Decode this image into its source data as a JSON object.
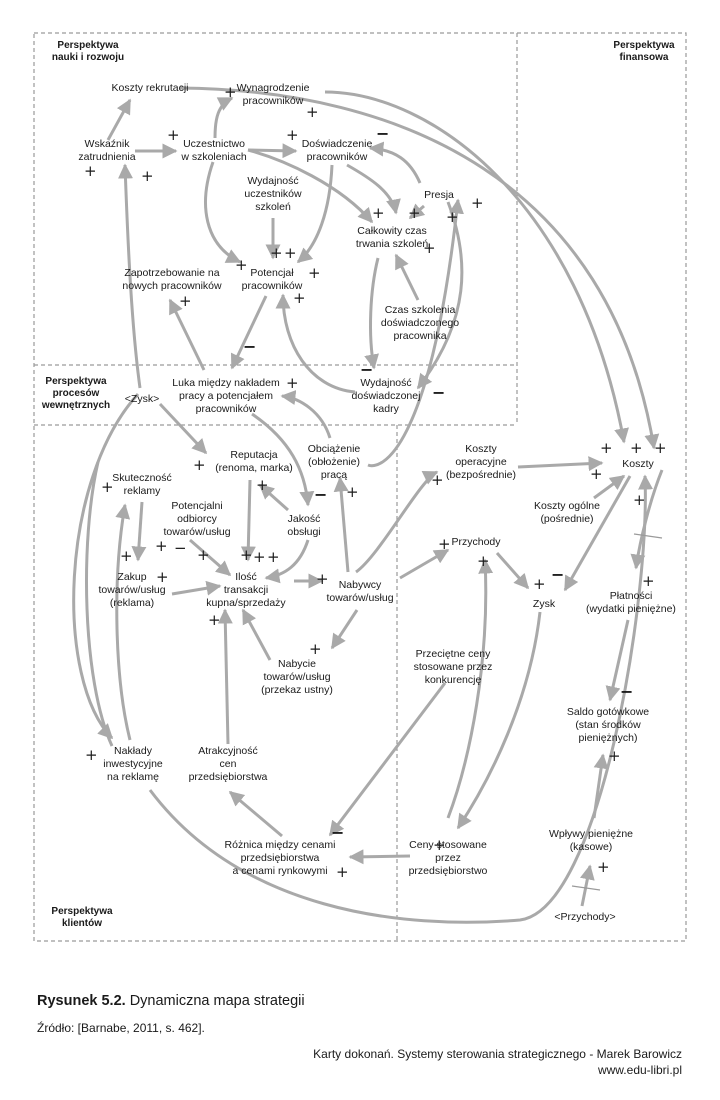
{
  "perspectives": {
    "nauka": [
      "Perspektywa",
      "nauki i rozwoju"
    ],
    "finanse": [
      "Perspektywa",
      "finansowa"
    ],
    "procesy": [
      "Perspektywa",
      "procesów",
      "wewnętrznych"
    ],
    "klienci": [
      "Perspektywa",
      "klientów"
    ]
  },
  "nodes": {
    "koszty_rekrutacji": [
      "Koszty rekrutacji"
    ],
    "wynagrodzenie": [
      "Wynagrodzenie",
      "pracowników"
    ],
    "wskaznik": [
      "Wskaźnik",
      "zatrudnienia"
    ],
    "uczestnictwo": [
      "Uczestnictwo",
      "w szkoleniach"
    ],
    "doswiadczenie": [
      "Doświadczenie",
      "pracowników"
    ],
    "wydajnosc_uczestnikow": [
      "Wydajność",
      "uczestników",
      "szkoleń"
    ],
    "presja": [
      "Presja"
    ],
    "calkowity_czas": [
      "Całkowity czas",
      "trwania szkoleń"
    ],
    "zapotrzebowanie": [
      "Zapotrzebowanie na",
      "nowych pracowników"
    ],
    "potencjal": [
      "Potencjał",
      "pracowników"
    ],
    "czas_szkolenia": [
      "Czas szkolenia",
      "doświadczonego",
      "pracownika"
    ],
    "zysk_ref": [
      "<Zysk>"
    ],
    "luka": [
      "Luka między nakładem",
      "pracy a potencjałem",
      "pracowników"
    ],
    "wydajnosc_kadry": [
      "Wydajność",
      "doświadczonej",
      "kadry"
    ],
    "obciazenie": [
      "Obciążenie",
      "(obłożenie)",
      "pracą"
    ],
    "reputacja": [
      "Reputacja",
      "(renoma, marka)"
    ],
    "skutecznosc": [
      "Skuteczność",
      "reklamy"
    ],
    "potencjalni": [
      "Potencjalni",
      "odbiorcy",
      "towarów/usług"
    ],
    "jakosc": [
      "Jakość",
      "obsługi"
    ],
    "zakup": [
      "Zakup",
      "towarów/usług",
      "(reklama)"
    ],
    "ilosc": [
      "Ilość",
      "transakcji",
      "kupna/sprzedaży"
    ],
    "nabywcy": [
      "Nabywcy",
      "towarów/usług"
    ],
    "koszty_operacyjne": [
      "Koszty",
      "operacyjne",
      "(bezpośrednie)"
    ],
    "koszty": [
      "Koszty"
    ],
    "koszty_ogolne": [
      "Koszty ogólne",
      "(pośrednie)"
    ],
    "przychody": [
      "Przychody"
    ],
    "zysk": [
      "Zysk"
    ],
    "platnosci": [
      "Płatności",
      "(wydatki pieniężne)"
    ],
    "nabycie": [
      "Nabycie",
      "towarów/usług",
      "(przekaz ustny)"
    ],
    "przecietne_ceny": [
      "Przeciętne ceny",
      "stosowane przez",
      "konkurencję"
    ],
    "saldo": [
      "Saldo gotówkowe",
      "(stan środków",
      "pieniężnych)"
    ],
    "naklady": [
      "Nakłady",
      "inwestycyjne",
      "na reklamę"
    ],
    "atrakcyjnosc": [
      "Atrakcyjność",
      "cen",
      "przedsiębiorstwa"
    ],
    "wplywy": [
      "Wpływy pieniężne",
      "(kasowe)"
    ],
    "roznica": [
      "Różnica między cenami",
      "przedsiębiorstwa",
      "a cenami rynkowymi"
    ],
    "ceny_stosowane": [
      "Ceny stosowane",
      "przez",
      "przedsiębiorstwo"
    ],
    "przychody_ref": [
      "<Przychody>"
    ]
  },
  "caption": {
    "label": "Rysunek 5.2.",
    "title": "Dynamiczna mapa strategii"
  },
  "source": "Źródło: [Barnabe, 2011, s. 462].",
  "footer": [
    "Karty dokonań. Systemy sterowania strategicznego - Marek Barowicz",
    "www.edu-libri.pl"
  ]
}
